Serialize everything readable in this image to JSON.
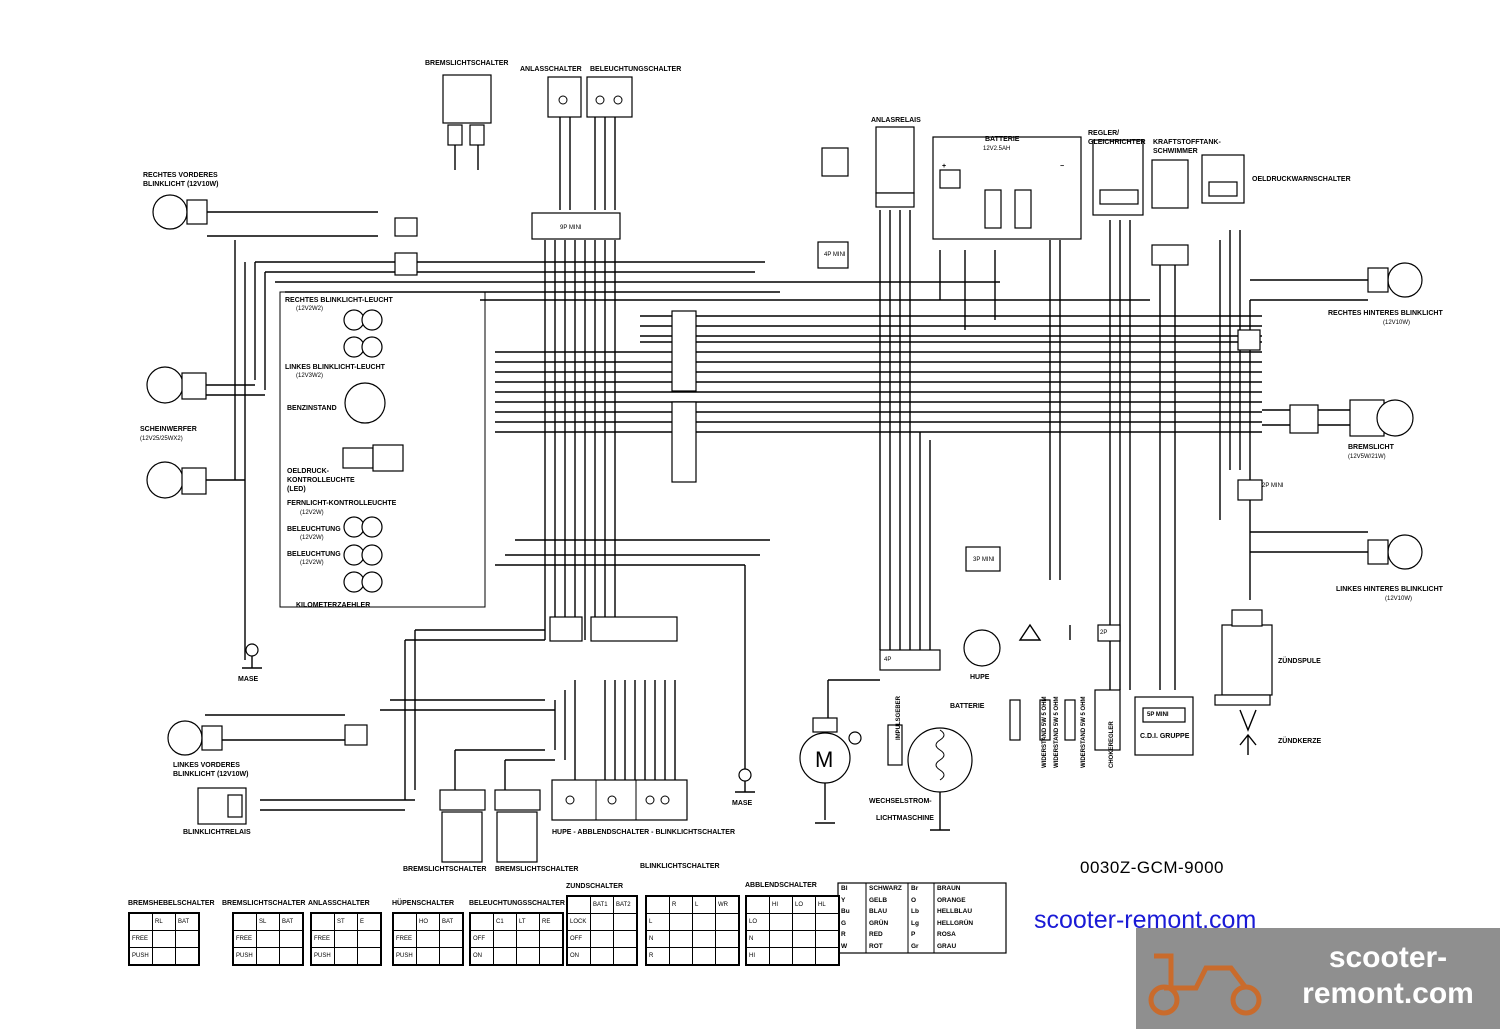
{
  "labels": {
    "bremslichtschalter_top": "BREMSLICHTSCHALTER",
    "anlasschalter_top": "ANLASSCHALTER",
    "beleuchtungsschalter_top": "BELEUCHTUNGSCHALTER",
    "rechtes_vorderes": "RECHTES VORDERES",
    "blinklicht_12v10w_a": "BLINKLICHT (12V10W)",
    "anlasrelais": "ANLASRELAIS",
    "batterie_top": "BATTERIE",
    "batterie_spec": "12V2.5AH",
    "regler": "REGLER/",
    "gleichrichter": "GLEICHRICHTER",
    "kraftstofftank": "KRAFTSTOFFTANK-",
    "schwimmer": "SCHWIMMER",
    "oeldruckwarnschalter": "OELDRUCKWARNSCHALTER",
    "rechtes_hinteres": "RECHTES HINTERES BLINKLICHT",
    "blinklicht_12v10w_b": "(12V10W)",
    "rechtes_blinklicht_leucht": "RECHTES BLINKLICHT-LEUCHT",
    "spec_12v2w2": "(12V2W2)",
    "linkes_blinklicht_leucht": "LINKES BLINKLICHT-LEUCHT",
    "spec_12v3w2": "(12V3W2)",
    "benzinstand": "BENZINSTAND",
    "scheinwerfer": "SCHEINWERFER",
    "scheinwerfer_spec": "(12V25/25WX2)",
    "oeldruck": "OELDRUCK-",
    "kontrolleuchte": "KONTROLLEUCHTE",
    "led": "(LED)",
    "fernlicht": "FERNLICHT-KONTROLLEUCHTE",
    "fernlicht_spec": "(12V2W)",
    "beleuchtung_1": "BELEUCHTUNG",
    "beleuchtung_1_spec": "(12V2W)",
    "beleuchtung_2": "BELEUCHTUNG",
    "beleuchtung_2_spec": "(12V2W)",
    "kilometerzaehler": "KILOMETERZAEHLER",
    "bremslicht": "BREMSLICHT",
    "bremslicht_spec": "(12V5W/21W)",
    "linkes_hinteres": "LINKES HINTERES BLINKLICHT",
    "linkes_hinteres_spec": "(12V10W)",
    "masse_1": "MASE",
    "linkes_vorderes": "LINKES VORDERES",
    "linkes_vorderes_spec": "BLINKLICHT (12V10W)",
    "blinklichtrelais": "BLINKLICHTRELAIS",
    "hupe": "HUPE",
    "zuendspule": "ZÜNDSPULE",
    "zuendkerze": "ZÜNDKERZE",
    "cdi": "C.D.I. GRUPPE",
    "impulsgeber": "IMPULSGEBER",
    "wechselstrom": "WECHSELSTROM-",
    "lichtmaschine": "LICHTMASCHINE",
    "batterie_mid": "BATTERIE",
    "masse_2": "MASE",
    "hupe_abblend": "HUPE - ABBLENDSCHALTER - BLINKLICHTSCHALTER",
    "bremslichtschalter_bl": "BREMSLICHTSCHALTER",
    "bremslichtschalter_br": "BREMSLICHTSCHALTER",
    "widerstand_1": "WIDERSTAND 5W 5 OHM",
    "widerstand_2": "WIDERSTAND 5W 5 OHM",
    "widerstand_3": "WIDERSTAND 5W 5 OHM",
    "chokeregler": "CHOKEREGLER",
    "mini_4p": "4P MINI",
    "mini_3p": "3P MINI",
    "mini_2p": "2P MINI",
    "mini_9p": "9P MINI",
    "mini_4p_black": "4P",
    "mini_2p_b": "2P",
    "cdi_mini": "5P MINI"
  },
  "code_text": "0030Z-GCM-9000",
  "website": "scooter-remont.com",
  "logo_text": "scooter-remont.com",
  "logo_line1": "scooter-",
  "logo_line2": "remont.com",
  "switch_tables": [
    {
      "title": "BREMSHEBELSCHALTER",
      "cols": [
        "",
        "RL",
        "BAT"
      ],
      "rows": [
        "FREE",
        "PUSH"
      ]
    },
    {
      "title": "BREMSLICHTSCHALTER",
      "cols": [
        "",
        "SL",
        "BAT"
      ],
      "rows": [
        "FREE",
        "PUSH"
      ]
    },
    {
      "title": "ANLASSCHALTER",
      "cols": [
        "",
        "ST",
        "E"
      ],
      "rows": [
        "FREE",
        "PUSH"
      ]
    },
    {
      "title": "HÜPENSCHALTER",
      "cols": [
        "",
        "HO",
        "BAT"
      ],
      "rows": [
        "FREE",
        "PUSH"
      ]
    },
    {
      "title": "BELEUCHTUNGSSCHALTER",
      "cols": [
        "",
        "C1",
        "LT",
        "RE"
      ],
      "rows": [
        "OFF",
        "ON"
      ]
    },
    {
      "title": "ZUNDSCHALTER",
      "cols": [
        "",
        "BAT1",
        "BAT2"
      ],
      "rows": [
        "LOCK",
        "OFF",
        "ON"
      ]
    },
    {
      "title": "BLINKLICHTSCHALTER",
      "cols": [
        "",
        "R",
        "L",
        "WR"
      ],
      "rows": [
        "L",
        "N",
        "R"
      ]
    },
    {
      "title": "ABBLENDSCHALTER",
      "cols": [
        "",
        "HI",
        "LO",
        "HL"
      ],
      "rows": [
        "LO",
        "N",
        "HI"
      ]
    }
  ],
  "color_legend": [
    [
      "Bl",
      "SCHWARZ",
      "Br",
      "BRAUN"
    ],
    [
      "Y",
      "GELB",
      "O",
      "ORANGE"
    ],
    [
      "Bu",
      "BLAU",
      "Lb",
      "HELLBLAU"
    ],
    [
      "G",
      "GRÜN",
      "Lg",
      "HELLGRÜN"
    ],
    [
      "R",
      "RED",
      "P",
      "ROSA"
    ],
    [
      "W",
      "ROT",
      "Gr",
      "GRAU"
    ]
  ]
}
